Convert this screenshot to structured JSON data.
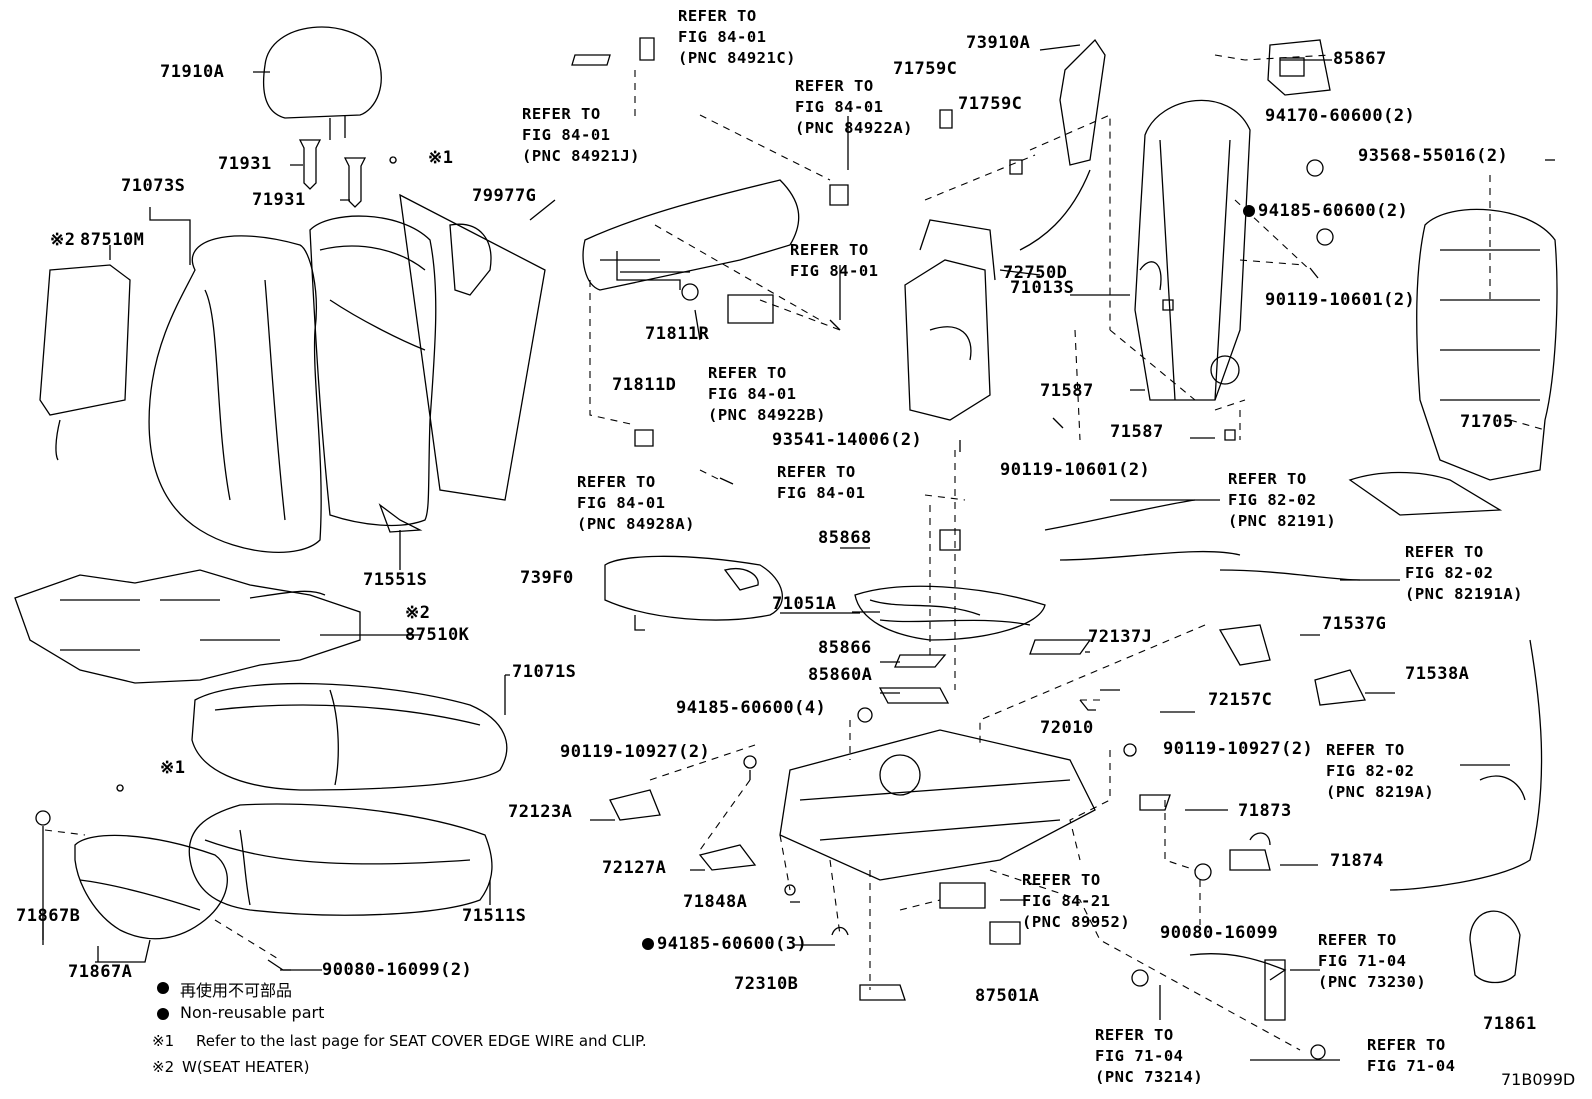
{
  "labels": {
    "p71910A": "71910A",
    "p71931a": "71931",
    "p71931b": "71931",
    "p71073S": "71073S",
    "p87510M": "87510M",
    "m2_87510M": "※2",
    "m1_top": "※1",
    "p79977G": "79977G",
    "p71551S": "71551S",
    "m2_87510K": "※2",
    "p87510K": "87510K",
    "p71071S": "71071S",
    "m1_mid": "※1",
    "p71511S": "71511S",
    "p71867B": "71867B",
    "p71867A": "71867A",
    "p90080_16099_2": "90080-16099(2)",
    "p71811R": "71811R",
    "p71811D": "71811D",
    "p71759C_a": "71759C",
    "p71759C_b": "71759C",
    "p73910A": "73910A",
    "p85867": "85867",
    "p94170_60600_2": "94170-60600(2)",
    "p93568_55016_2": "93568-55016(2)",
    "p94185_60600_2": "94185-60600(2)",
    "p71013S": "71013S",
    "p90119_10601_2a": "90119-10601(2)",
    "p72750D": "72750D",
    "p71587a": "71587",
    "p71587b": "71587",
    "p71705": "71705",
    "p90119_10601_2b": "90119-10601(2)",
    "p93541_14006_2": "93541-14006(2)",
    "p85868": "85868",
    "p739F0": "739F0",
    "p71051A": "71051A",
    "p72137J": "72137J",
    "p85866": "85866",
    "p85860A": "85860A",
    "p71537G": "71537G",
    "p71538A": "71538A",
    "p94185_60600_4": "94185-60600(4)",
    "p72157C": "72157C",
    "p72010": "72010",
    "p90119_10927_2a": "90119-10927(2)",
    "p90119_10927_2b": "90119-10927(2)",
    "p72123A": "72123A",
    "p71873": "71873",
    "p72127A": "72127A",
    "p71874": "71874",
    "p71848A": "71848A",
    "p94185_60600_3": "94185-60600(3)",
    "p90080_16099": "90080-16099",
    "p72310B": "72310B",
    "p87501A": "87501A",
    "p71861": "71861"
  },
  "refs": {
    "r84921C": "REFER TO\nFIG 84-01\n(PNC 84921C)",
    "r84921J": "REFER TO\nFIG 84-01\n(PNC 84921J)",
    "r84922A": "REFER TO\nFIG 84-01\n(PNC 84922A)",
    "r8401_a": "REFER TO\nFIG 84-01",
    "r84922B": "REFER TO\nFIG 84-01\n(PNC 84922B)",
    "r84928A": "REFER TO\nFIG 84-01\n(PNC 84928A)",
    "r8401_b": "REFER TO\nFIG 84-01",
    "r82191": "REFER TO\nFIG 82-02\n(PNC 82191)",
    "r82191A": "REFER TO\nFIG 82-02\n(PNC 82191A)",
    "r8219A": "REFER TO\nFIG 82-02\n(PNC 8219A)",
    "r89952": "REFER TO\nFIG 84-21\n(PNC 89952)",
    "r73230": "REFER TO\nFIG 71-04\n(PNC 73230)",
    "r73214": "REFER TO\nFIG 71-04\n(PNC 73214)",
    "r7104": "REFER TO\nFIG 71-04"
  },
  "legend": {
    "line1": "再使用不可部品",
    "line2": "Non-reusable part",
    "note1_mark": "※1",
    "note1_text": "Refer to the last page for SEAT COVER EDGE WIRE and CLIP.",
    "note2_mark": "※2",
    "note2_text": "W(SEAT HEATER)"
  },
  "diagram_code": "71B099D"
}
